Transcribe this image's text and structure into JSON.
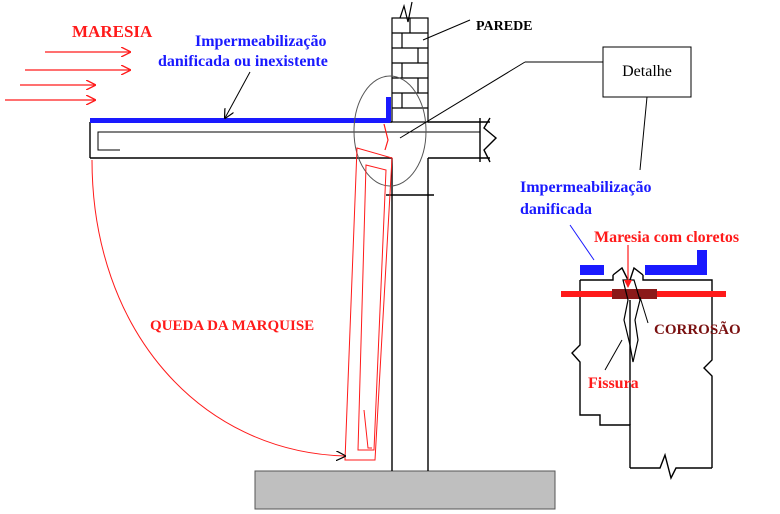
{
  "labels": {
    "maresia": "MARESIA",
    "waterproofing_line1": "Impermeabilização",
    "waterproofing_line2": "danificada ou inexistente",
    "wall": "PAREDE",
    "detail_box": "Detalhe",
    "detail_waterproofing_line1": "Impermeabilização",
    "detail_waterproofing_line2": "danificada",
    "marine_chlorides": "Maresia com cloretos",
    "corrosion": "CORROSÃO",
    "crack": "Fissura",
    "fall": "QUEDA DA MARQUISE"
  },
  "colors": {
    "marine_text": "#ff1a1a",
    "waterproofing": "#1a1aff",
    "structure": "#000000",
    "corrosion_text": "#7a1010",
    "rebar": "#ff1a1a",
    "ground": "#bfbfbf"
  }
}
